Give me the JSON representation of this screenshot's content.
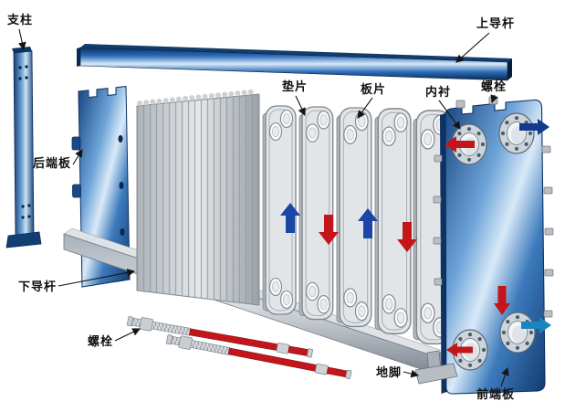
{
  "diagram": {
    "labels": [
      {
        "id": "support-column",
        "text": "支柱"
      },
      {
        "id": "upper-guide-bar",
        "text": "上导杆"
      },
      {
        "id": "gasket",
        "text": "垫片"
      },
      {
        "id": "plate",
        "text": "板片"
      },
      {
        "id": "inner-liner",
        "text": "内衬"
      },
      {
        "id": "bolt-top",
        "text": "螺栓"
      },
      {
        "id": "rear-end-plate",
        "text": "后端板"
      },
      {
        "id": "lower-guide-bar",
        "text": "下导杆"
      },
      {
        "id": "bolt-bottom",
        "text": "螺栓"
      },
      {
        "id": "anchor-foot",
        "text": "地脚"
      },
      {
        "id": "front-end-plate",
        "text": "前端板"
      }
    ],
    "colors": {
      "part_blue": "#1c5fae",
      "part_blue_dark": "#0c2f5e",
      "highlight_blue": "#d8e9f8",
      "plate_gray": "#e2e5e7",
      "steel_gray": "#c9ced3",
      "arrow_red": "#c4161a",
      "arrow_blue": "#1a46a8",
      "arrow_navy": "#12398c",
      "arrow_teal": "#1b84c0",
      "label_color": "#111111",
      "background": "#ffffff"
    }
  }
}
